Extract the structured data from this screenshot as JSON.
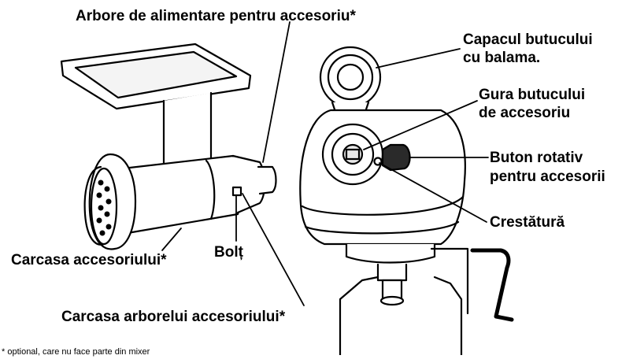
{
  "labels": {
    "power_shaft": "Arbore de alimentare pentru accesoriu*",
    "hub_cover_line1": "Capacul butucului",
    "hub_cover_line2": "cu balama.",
    "hub_mouth_line1": "Gura butucului",
    "hub_mouth_line2": "de accesoriu",
    "knob_line1": "Buton rotativ",
    "knob_line2": "pentru accesorii",
    "notch": "Crestătură",
    "housing": "Carcasa accesoriului*",
    "pin": "Bolț",
    "shaft_housing": "Carcasa arborelui accesoriului*"
  },
  "footnote": "* optional, care nu face parte din mixer"
}
